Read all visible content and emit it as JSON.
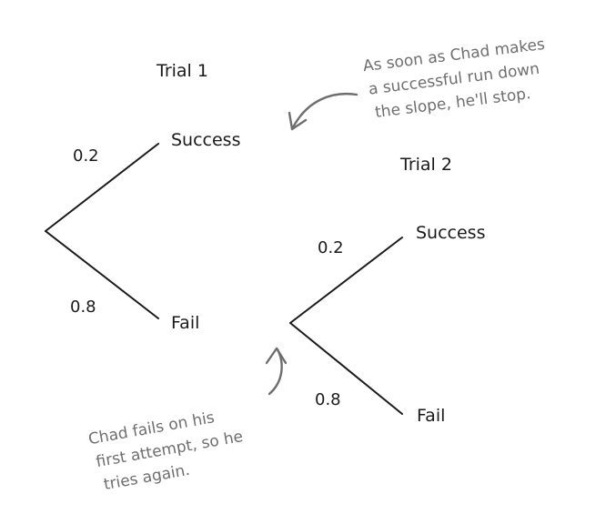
{
  "trial1": {
    "heading": "Trial 1",
    "success_label": "Success",
    "fail_label": "Fail",
    "success_prob": "0.2",
    "fail_prob": "0.8"
  },
  "trial2": {
    "heading": "Trial 2",
    "success_label": "Success",
    "fail_label": "Fail",
    "success_prob": "0.2",
    "fail_prob": "0.8"
  },
  "notes": {
    "top": [
      "As soon as Chad makes",
      "a successful run down",
      "the slope, he'll stop."
    ],
    "bottom": [
      "Chad fails on his",
      "first attempt, so he",
      "tries again."
    ]
  },
  "colors": {
    "ink": "#1a1a1a",
    "annotation": "#6e6e6e"
  }
}
